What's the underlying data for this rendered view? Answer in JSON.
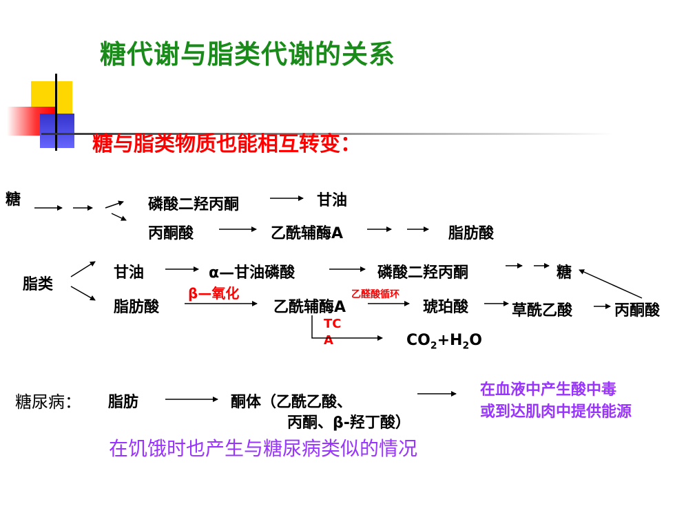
{
  "title": "糖代谢与脂类代谢的关系",
  "subtitle": "糖与脂类物质也能相互转变：",
  "row1": {
    "sugar": "糖",
    "dhap": "磷酸二羟丙酮",
    "glycerol": "甘油",
    "pyruvate": "丙酮酸",
    "acetyl_coa": "乙酰辅酶A",
    "fatty_acid": "脂肪酸"
  },
  "row2": {
    "lipid": "脂类",
    "glycerol": "甘油",
    "alpha_gp": "α—甘油磷酸",
    "dhap": "磷酸二羟丙酮",
    "sugar": "糖",
    "fatty_acid": "脂肪酸",
    "beta_ox": "β—氧化",
    "acetyl_coa": "乙酰辅酶A",
    "glyoxylate": "乙醛酸循环",
    "succinate": "琥珀酸",
    "oxaloacetate": "草酰乙酸",
    "pyruvate": "丙酮酸",
    "tca_1": "TC",
    "tca_2": "A",
    "co2": "CO",
    "co2_sub": "2",
    "plus_h": "+H",
    "h2o_sub": "2",
    "o": "O"
  },
  "diabetes": {
    "label": "糖尿病：",
    "fat": "脂肪",
    "ketone_1": "酮体（乙酰乙酸、",
    "ketone_2": "丙酮、β-羟丁酸）",
    "result_1": "在血液中产生酸中毒",
    "result_2": "或到达肌肉中提供能源",
    "note": "在饥饿时也产生与糖尿病类似的情况"
  },
  "colors": {
    "title": "#1a8a1a",
    "subtitle": "#ff0000",
    "accent": "#9933ff"
  }
}
